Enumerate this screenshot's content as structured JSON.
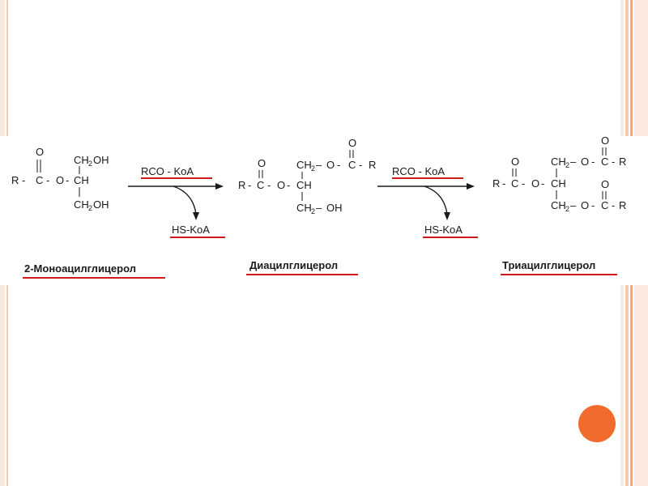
{
  "colors": {
    "background": "#ffffff",
    "stripe_light": "#fbe8df",
    "stripe_mid": "#f6c7b2",
    "stripe_dark": "#efa98c",
    "underline_red": "#d11a1a",
    "accent_dot": "#f26b2e",
    "ink": "#1a1a1a"
  },
  "compounds": [
    {
      "name": "2-Моноацилглицерол"
    },
    {
      "name": "Диацилглицерол"
    },
    {
      "name": "Триацилглицерол"
    }
  ],
  "steps": [
    {
      "reagent": "RCO - KoA",
      "byproduct": "HS-KoA"
    },
    {
      "reagent": "RCO - KoA",
      "byproduct": "HS-KoA"
    }
  ],
  "atoms": {
    "R": "R",
    "C": "C",
    "O": "O",
    "CH": "CH",
    "CH2": "CH",
    "sub2": "2",
    "OH": "OH",
    "dash": "-",
    "bond": "–"
  }
}
